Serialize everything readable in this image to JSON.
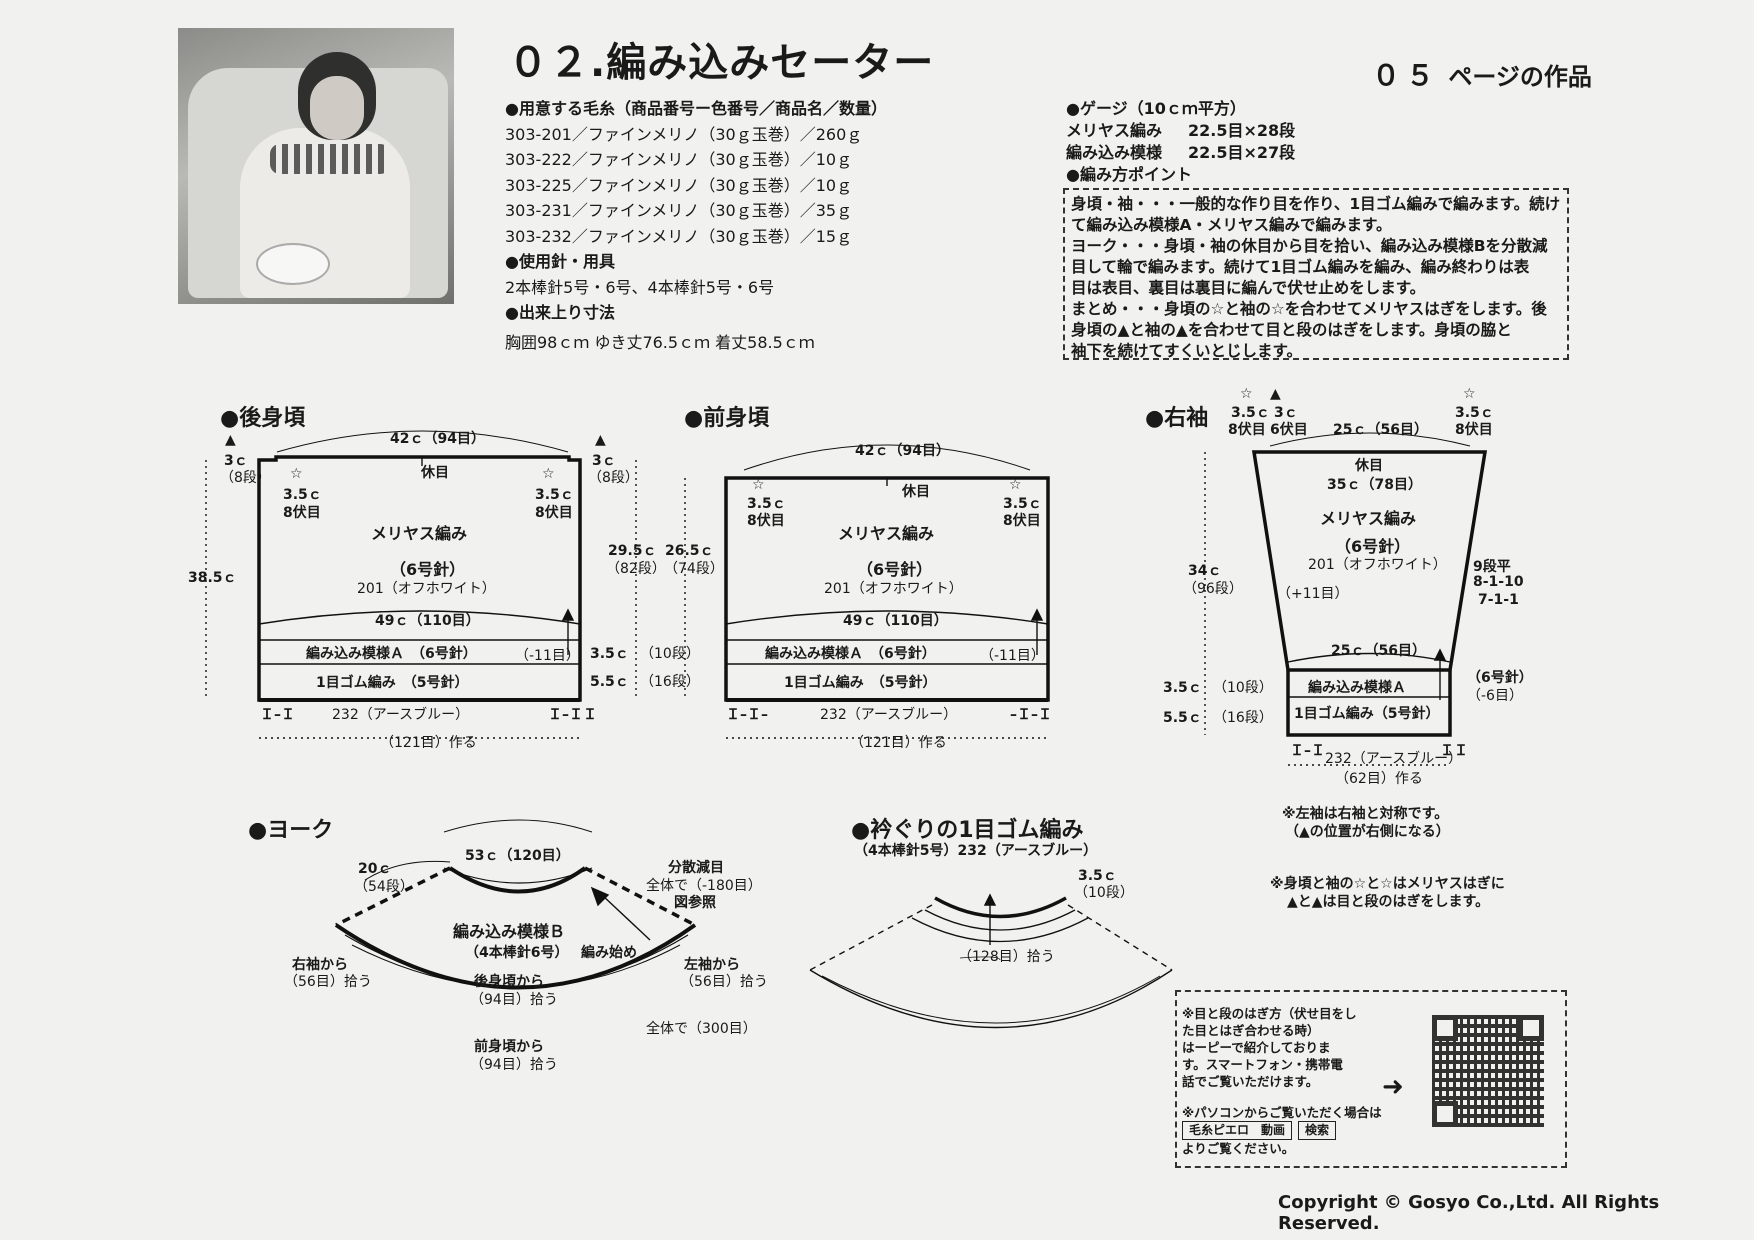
{
  "header": {
    "title": "０２.編み込みセーター",
    "page_ref_number": "０５",
    "page_ref_label": "ページの作品"
  },
  "materials": {
    "yarn_head": "●用意する毛糸（商品番号ー色番号／商品名／数量）",
    "yarn": [
      "303-201／ファインメリノ（30ｇ玉巻）／260ｇ",
      "303-222／ファインメリノ（30ｇ玉巻）／10ｇ",
      "303-225／ファインメリノ（30ｇ玉巻）／10ｇ",
      "303-231／ファインメリノ（30ｇ玉巻）／35ｇ",
      "303-232／ファインメリノ（30ｇ玉巻）／15ｇ"
    ],
    "needle_head": "●使用針・用具",
    "needles": "2本棒針5号・6号、4本棒針5号・6号",
    "size_head": "●出来上り寸法",
    "size": "胸囲98ｃｍ ゆき丈76.5ｃｍ 着丈58.5ｃｍ"
  },
  "gauge": {
    "head": "●ゲージ（10ｃｍ平方）",
    "rows": [
      {
        "name": "メリヤス編み",
        "value": "22.5目×28段"
      },
      {
        "name": "編み込み模様",
        "value": "22.5目×27段"
      }
    ],
    "points_head": "●編み方ポイント"
  },
  "points": [
    "身頃・袖・・・一般的な作り目を作り、1目ゴム編みで編みます。続け",
    "て編み込み模様A・メリヤス編みで編みます。",
    "ヨーク・・・身頃・袖の休目から目を拾い、編み込み模様Bを分散減",
    "目して輪で編みます。続けて1目ゴム編みを編み、編み終わりは表",
    "目は表目、裏目は裏目に編んで伏せ止めをします。",
    "まとめ・・・身頃の☆と袖の☆を合わせてメリヤスはぎをします。後",
    "身頃の▲と袖の▲を合わせて目と段のはぎをします。身頃の脇と",
    "袖下を続けてすくいとじします。"
  ],
  "back": {
    "title": "●後身頃",
    "top_width": "42ｃ（94目）",
    "rest": "休目",
    "tri": "▲",
    "side_c": "3ｃ",
    "side_r": "（8段）",
    "star": "☆",
    "star_c": "3.5ｃ",
    "star_r": "8伏目",
    "height": "38.5ｃ",
    "body_h": "29.5ｃ",
    "body_r": "（82段）",
    "stitch": "メリヤス編み",
    "needle": "（6号針）",
    "color": "201（オフホワイト）",
    "width49": "49ｃ（110目）",
    "patA": "編み込み模様Ａ　（6号針）",
    "dec": "（-11目）",
    "ab_h": "3.5ｃ",
    "ab_r": "（10段）",
    "rib": "1目ゴム編み　（5号針）",
    "rib_h": "5.5ｃ",
    "rib_r": "（16段）",
    "rib_sym_l": "Ｉ–Ｉ",
    "rib_sym_r": "Ｉ–ＩＩ",
    "cast_color": "232（アースブルー）",
    "cast": "（121目）作る"
  },
  "front": {
    "title": "●前身頃",
    "top_width": "42ｃ（94目）",
    "rest": "休目",
    "star": "☆",
    "star_c": "3.5ｃ",
    "star_r": "8伏目",
    "body_h": "26.5ｃ",
    "body_r": "（74段）",
    "stitch": "メリヤス編み",
    "needle": "（6号針）",
    "color": "201（オフホワイト）",
    "width49": "49ｃ（110目）",
    "patA": "編み込み模様Ａ　（6号針）",
    "dec": "（-11目）",
    "rib": "1目ゴム編み　（5号針）",
    "rib_sym_l": "Ｉ–Ｉ–",
    "rib_sym_r": "–Ｉ–Ｉ",
    "cast_color": "232（アースブルー）",
    "cast": "（121目）作る"
  },
  "sleeve": {
    "title": "●右袖",
    "star": "☆",
    "tri": "▲",
    "top_l_c": "3.5ｃ",
    "top_l_r": "8伏目",
    "top_m_c": "3ｃ",
    "top_m_r": "6伏目",
    "top_w": "25ｃ（56目）",
    "top_r_c": "3.5ｃ",
    "top_r_r": "8伏目",
    "rest": "休目",
    "inner_w": "35ｃ（78目）",
    "stitch": "メリヤス編み",
    "needle": "（6号針）",
    "color": "201（オフホワイト）",
    "height": "34ｃ",
    "height_r": "（96段）",
    "inc": "（+11目）",
    "shaping": [
      "9段平",
      "8-1-10",
      "7-1-1"
    ],
    "bottom_w": "25ｃ（56目）",
    "patA": "編み込み模様Ａ",
    "patA_needle": "（6号針）",
    "dec": "（-6目）",
    "rib": "1目ゴム編み（5号針）",
    "ab_h": "3.5ｃ",
    "ab_r": "（10段）",
    "rib_h": "5.5ｃ",
    "rib_r": "（16段）",
    "rib_sym_l": "Ｉ–Ｉ",
    "rib_sym_r": "ＩＩ",
    "cast_color": "232（アースブルー）",
    "cast": "（62目）作る",
    "note1": "※左袖は右袖と対称です。",
    "note2": "（▲の位置が右側になる）"
  },
  "yoke": {
    "title": "●ヨーク",
    "top": "53ｃ（120目）",
    "left_c": "20ｃ",
    "left_r": "（54段）",
    "dec1": "分散減目",
    "dec2": "全体で（-180目）",
    "dec3": "図参照",
    "pat": "編み込み模様Ｂ",
    "needle": "（4本棒針6号）",
    "start": "編み始め",
    "r_sleeve": "右袖から",
    "r_sleeve2": "（56目）拾う",
    "l_sleeve": "左袖から",
    "l_sleeve2": "（56目）拾う",
    "back": "後身頃から",
    "back2": "（94目）拾う",
    "total": "全体で（300目）",
    "front": "前身頃から",
    "front2": "（94目）拾う"
  },
  "neck": {
    "title": "●衿ぐりの1目ゴム編み",
    "sub": "（4本棒針5号）232（アースブルー）",
    "h": "3.5ｃ",
    "r": "（10段）",
    "pick": "（128目）拾う"
  },
  "seam_note": {
    "l1": "※身頃と袖の☆と☆はメリヤスはぎに",
    "l2": "▲と▲は目と段のはぎをします。"
  },
  "qr": {
    "text": [
      "※目と段のはぎ方（伏せ目をし",
      "た目とはぎ合わせる時）",
      "はーピーで紹介しておりま",
      "す。スマートフォン・携帯電",
      "話でご覧いただけます。"
    ],
    "pc": "※パソコンからご覧いただく場合は",
    "search_term": "毛糸ピエロ　動画",
    "search_btn": "検索",
    "suffix": "よりご覧ください。"
  },
  "copyright": "Copyright © Gosyo Co.,Ltd. All Rights Reserved."
}
